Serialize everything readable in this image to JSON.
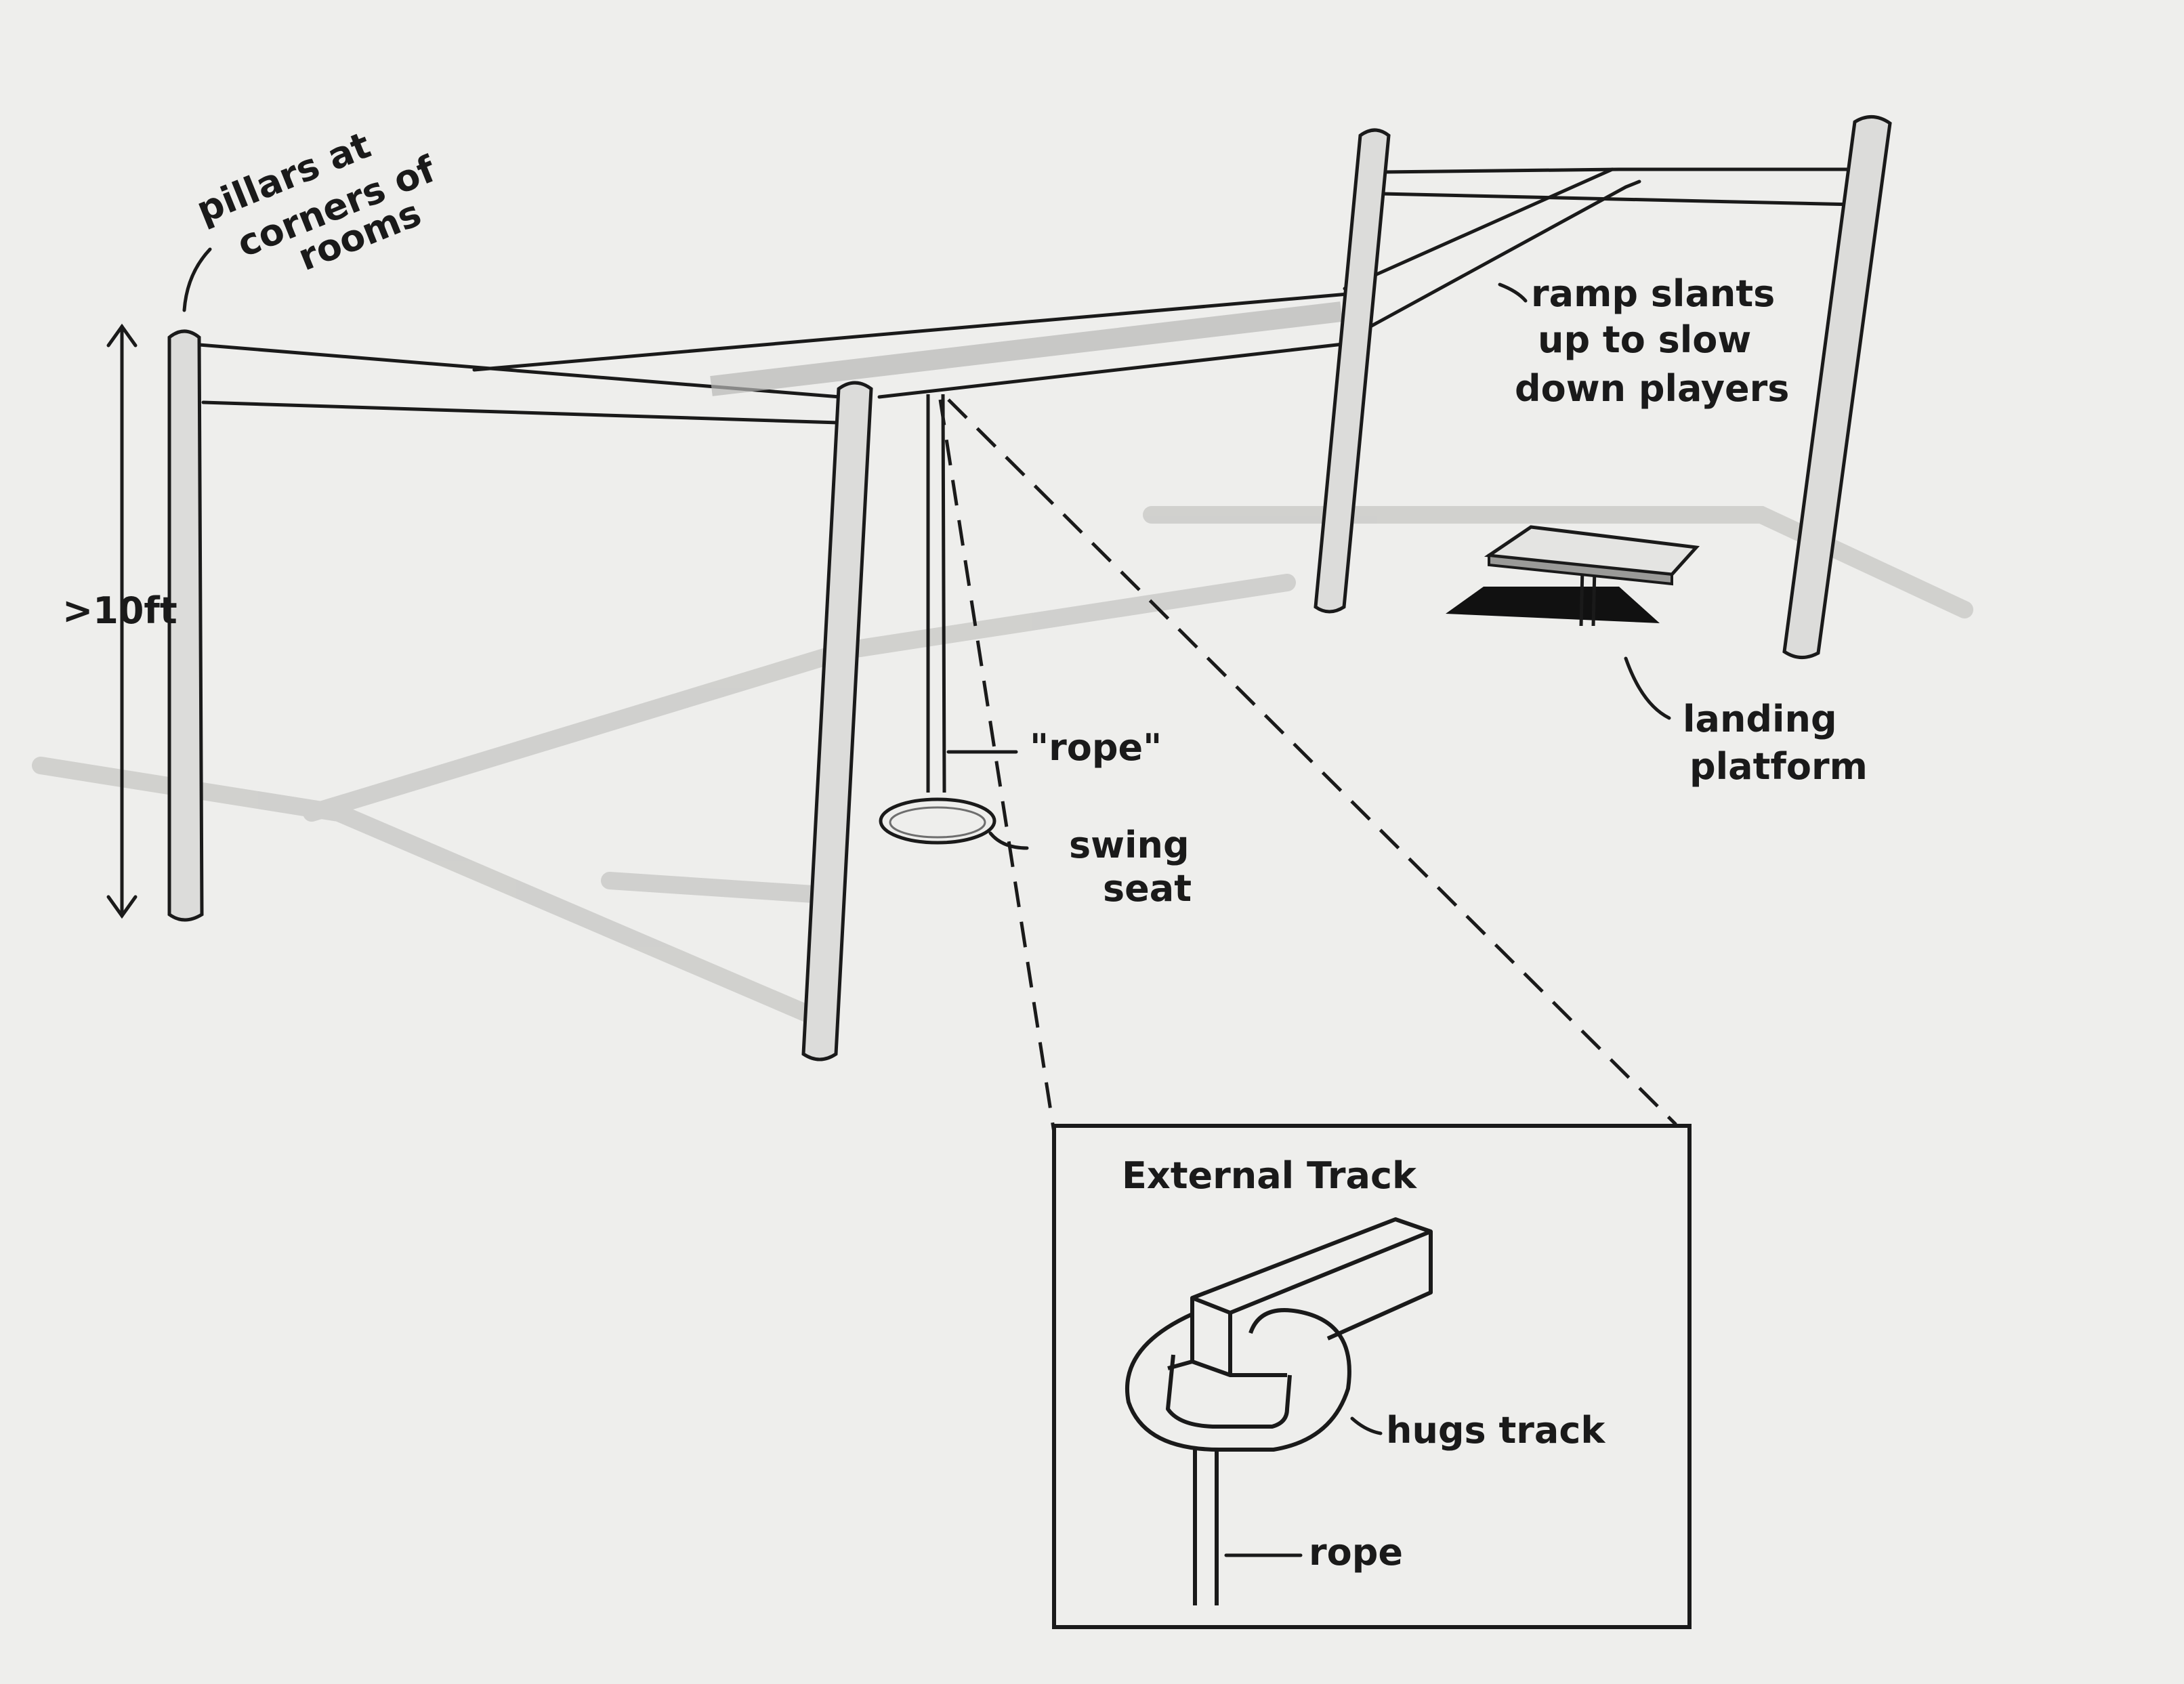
{
  "labels": {
    "pillars": [
      "pillars at",
      "corners of",
      "rooms"
    ],
    "height": ">10ft",
    "ramp": [
      "ramp slants",
      "up to slow",
      "down players"
    ],
    "rope": "\"rope\"",
    "swing_seat": [
      "swing",
      "seat"
    ],
    "landing_platform": [
      "landing",
      "platform"
    ]
  },
  "inset": {
    "title": "External Track",
    "hugs_track": "hugs track",
    "rope": "rope"
  },
  "colors": {
    "paper": "#eeeeec",
    "ink": "#1a1a1a",
    "pencil": "#6e6e6e",
    "shadow": "#c9c9c7"
  }
}
